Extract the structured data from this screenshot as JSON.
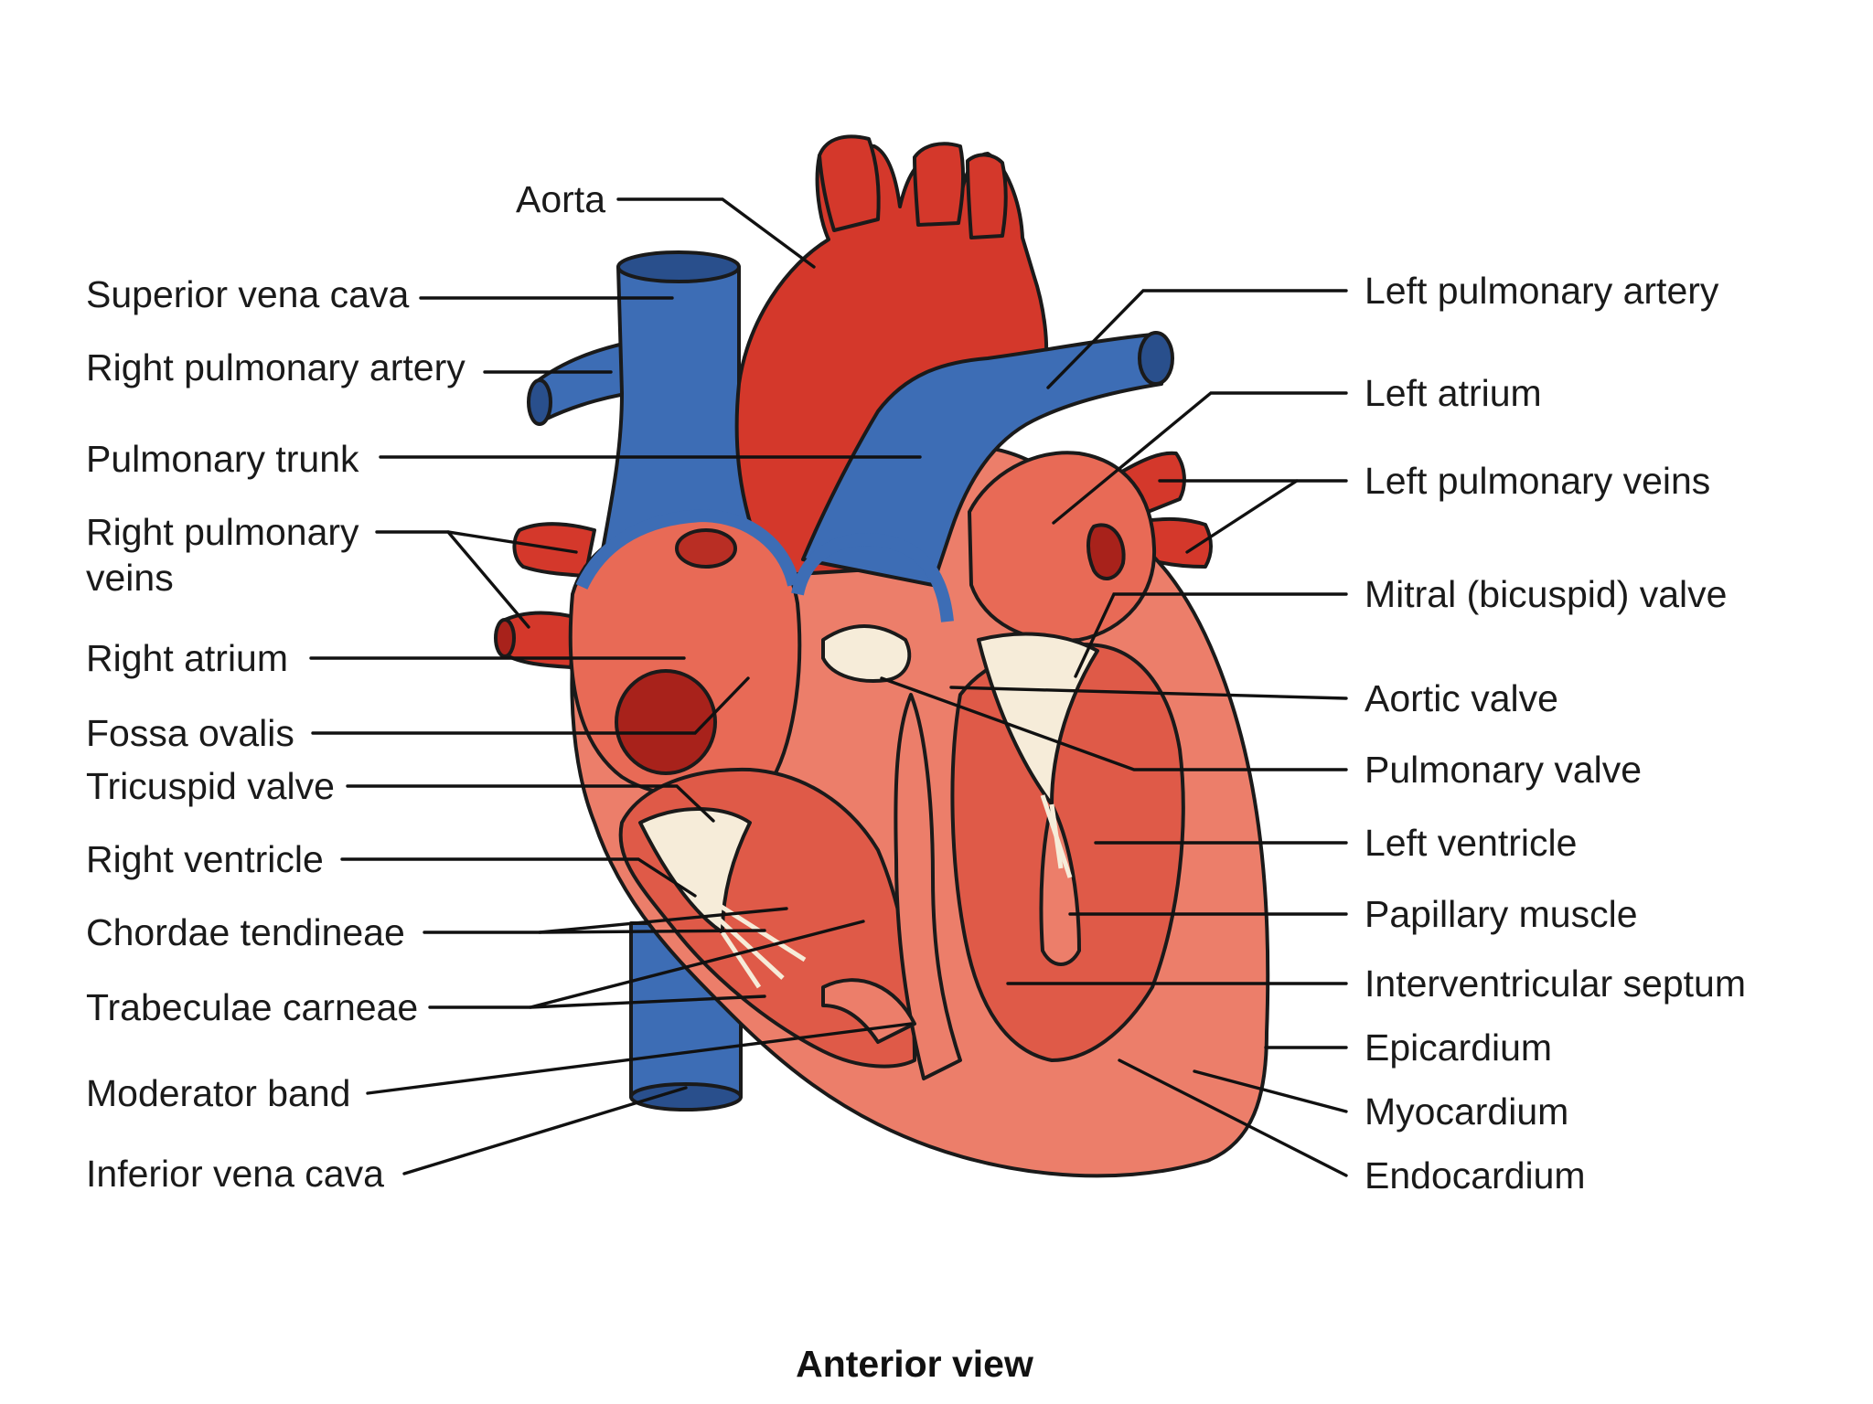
{
  "colors": {
    "artery_red": "#d4382b",
    "artery_dark": "#a8221b",
    "vein_blue": "#3d6db5",
    "vein_dark": "#294f8c",
    "myocardium": "#ec7e6a",
    "chamber_wall": "#df5a48",
    "valve_cream": "#f6ecd9",
    "line": "#111111"
  },
  "labels": {
    "aorta": "Aorta",
    "superior_vena_cava": "Superior vena cava",
    "right_pulmonary_artery": "Right pulmonary artery",
    "pulmonary_trunk": "Pulmonary trunk",
    "right_pulmonary_veins_1": "Right pulmonary",
    "right_pulmonary_veins_2": "veins",
    "right_atrium": "Right atrium",
    "fossa_ovalis": "Fossa ovalis",
    "tricuspid_valve": "Tricuspid valve",
    "right_ventricle": "Right ventricle",
    "chordae_tendineae": "Chordae tendineae",
    "trabeculae_carneae": "Trabeculae carneae",
    "moderator_band": "Moderator band",
    "inferior_vena_cava": "Inferior vena cava",
    "left_pulmonary_artery": "Left pulmonary artery",
    "left_atrium": "Left atrium",
    "left_pulmonary_veins": "Left pulmonary veins",
    "mitral_valve": "Mitral (bicuspid) valve",
    "aortic_valve": "Aortic valve",
    "pulmonary_valve": "Pulmonary valve",
    "left_ventricle": "Left ventricle",
    "papillary_muscle": "Papillary muscle",
    "interventricular_septum": "Interventricular septum",
    "epicardium": "Epicardium",
    "myocardium": "Myocardium",
    "endocardium": "Endocardium"
  },
  "caption": "Anterior view"
}
